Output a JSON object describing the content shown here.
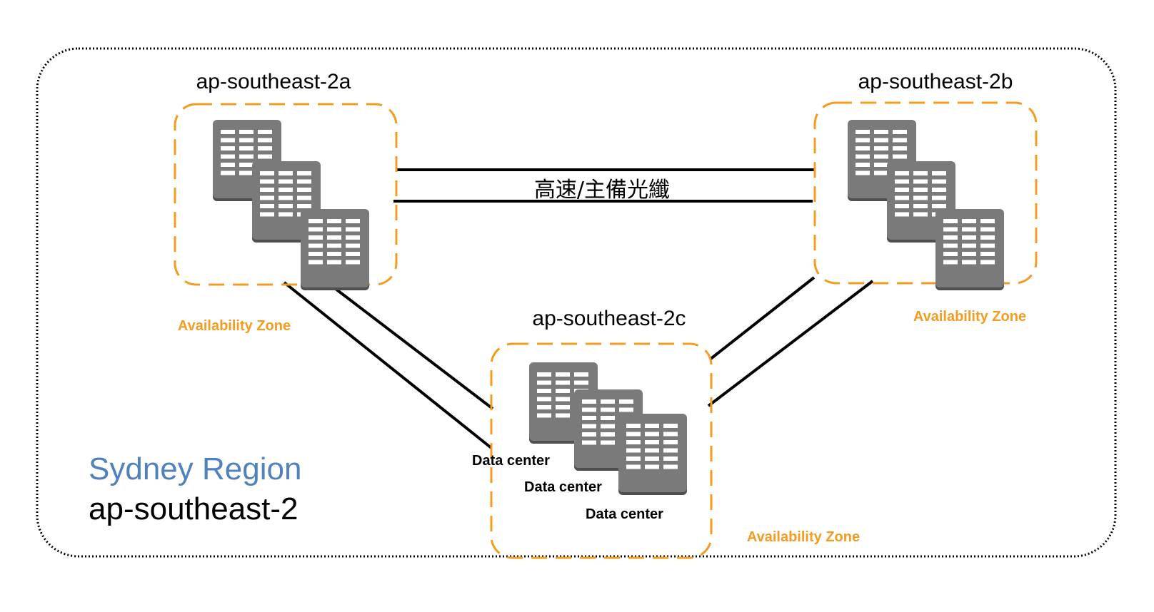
{
  "region": {
    "name": "Sydney Region",
    "code": "ap-southeast-2",
    "name_color": "#4F81BD"
  },
  "zones": [
    {
      "id": "a",
      "title": "ap-southeast-2a",
      "label": "Availability Zone",
      "icon": "data-center-building-icon",
      "building_count": 3
    },
    {
      "id": "b",
      "title": "ap-southeast-2b",
      "label": "Availability Zone",
      "icon": "data-center-building-icon",
      "building_count": 3
    },
    {
      "id": "c",
      "title": "ap-southeast-2c",
      "label": "Availability Zone",
      "icon": "data-center-building-icon",
      "building_count": 3,
      "data_center_labels": [
        "Data center",
        "Data center",
        "Data center"
      ]
    }
  ],
  "links": [
    {
      "from": "a",
      "to": "b",
      "lines": 2,
      "label": "高速/主備光纖"
    },
    {
      "from": "a",
      "to": "c",
      "lines": 2
    },
    {
      "from": "b",
      "to": "c",
      "lines": 2
    }
  ],
  "colors": {
    "zone_border": "#F39C21",
    "building": "#7A7A7A",
    "building_shadow": "#4F4F4F",
    "window": "#FFFFFF",
    "link": "#000000",
    "region_border": "#000000"
  }
}
